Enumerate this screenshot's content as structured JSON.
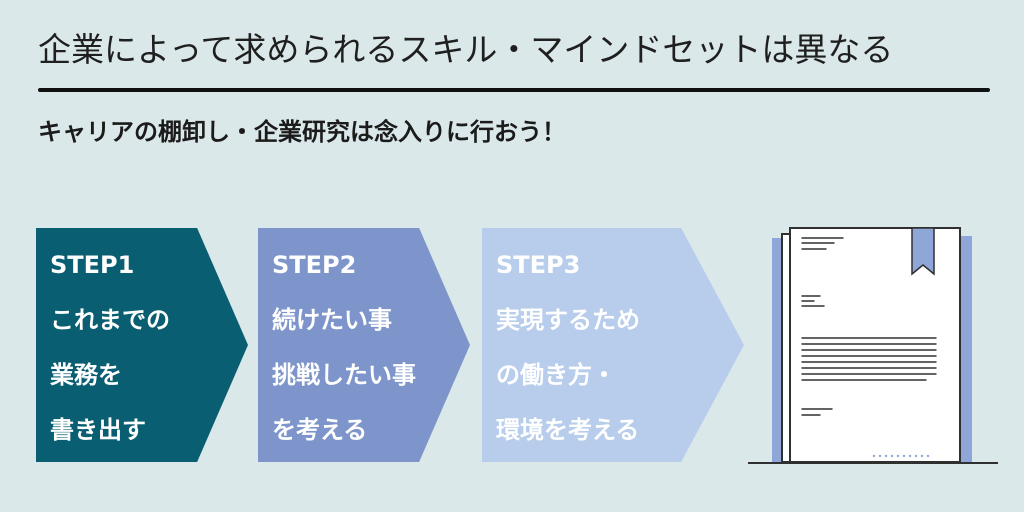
{
  "header": {
    "title": "企業によって求められるスキル・マインドセットは異なる",
    "subtitle": "キャリアの棚卸し・企業研究は念入りに行おう！"
  },
  "steps": [
    {
      "label": "STEP1",
      "lines": [
        "これまでの",
        "業務を",
        "書き出す"
      ],
      "color": "#0a5e71"
    },
    {
      "label": "STEP2",
      "lines": [
        "続けたい事",
        "挑戦したい事",
        "を考える"
      ],
      "color": "#7d95ca"
    },
    {
      "label": "STEP3",
      "lines": [
        "実現するため",
        "の働き方・",
        "環境を考える"
      ],
      "color": "#b7cdeb"
    }
  ],
  "illustration": {
    "icon": "document-icon",
    "accent": "#8ea7d8"
  }
}
